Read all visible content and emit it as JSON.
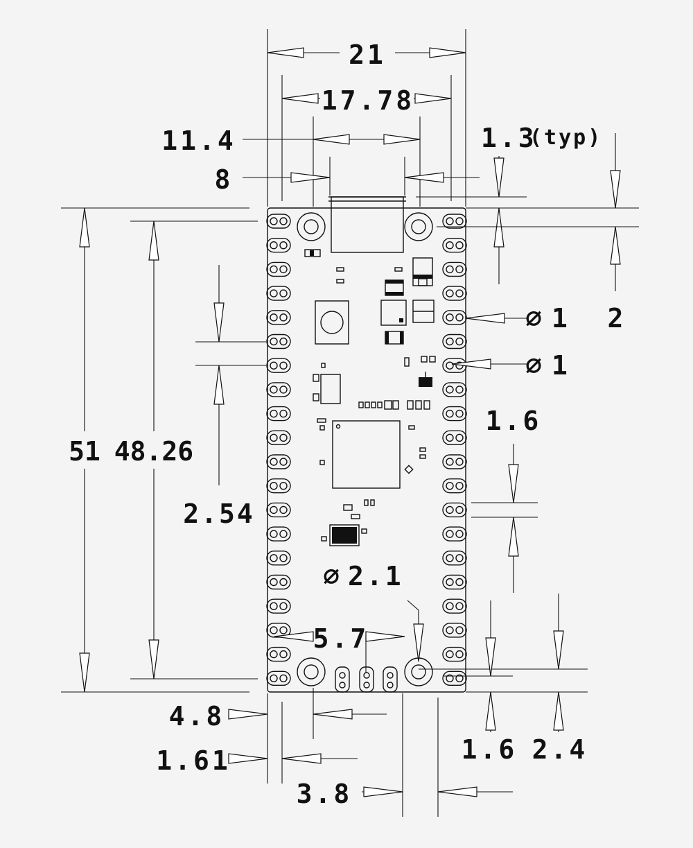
{
  "dimensions": {
    "width_21": "21",
    "pitch_17_78": "17.78",
    "hole_span_11_4": "11.4",
    "usb_8": "8",
    "usb_overhang": "1.3",
    "usb_overhang_note": "(typ)",
    "hole_offset_2": "2",
    "pad_dia_a": "1",
    "pad_dia_b": "1",
    "edge_1_6_right": "1.6",
    "length_51": "51",
    "pin_row_48_26": "48.26",
    "pin_pitch_2_54": "2.54",
    "mount_hole_dia": "2.1",
    "debug_5_7": "5.7",
    "edge_4_8": "4.8",
    "edge_1_61": "1.61",
    "debug_3_8": "3.8",
    "bottom_1_6": "1.6",
    "bottom_2_4": "2.4"
  },
  "symbols": {
    "diameter": "⌀"
  }
}
